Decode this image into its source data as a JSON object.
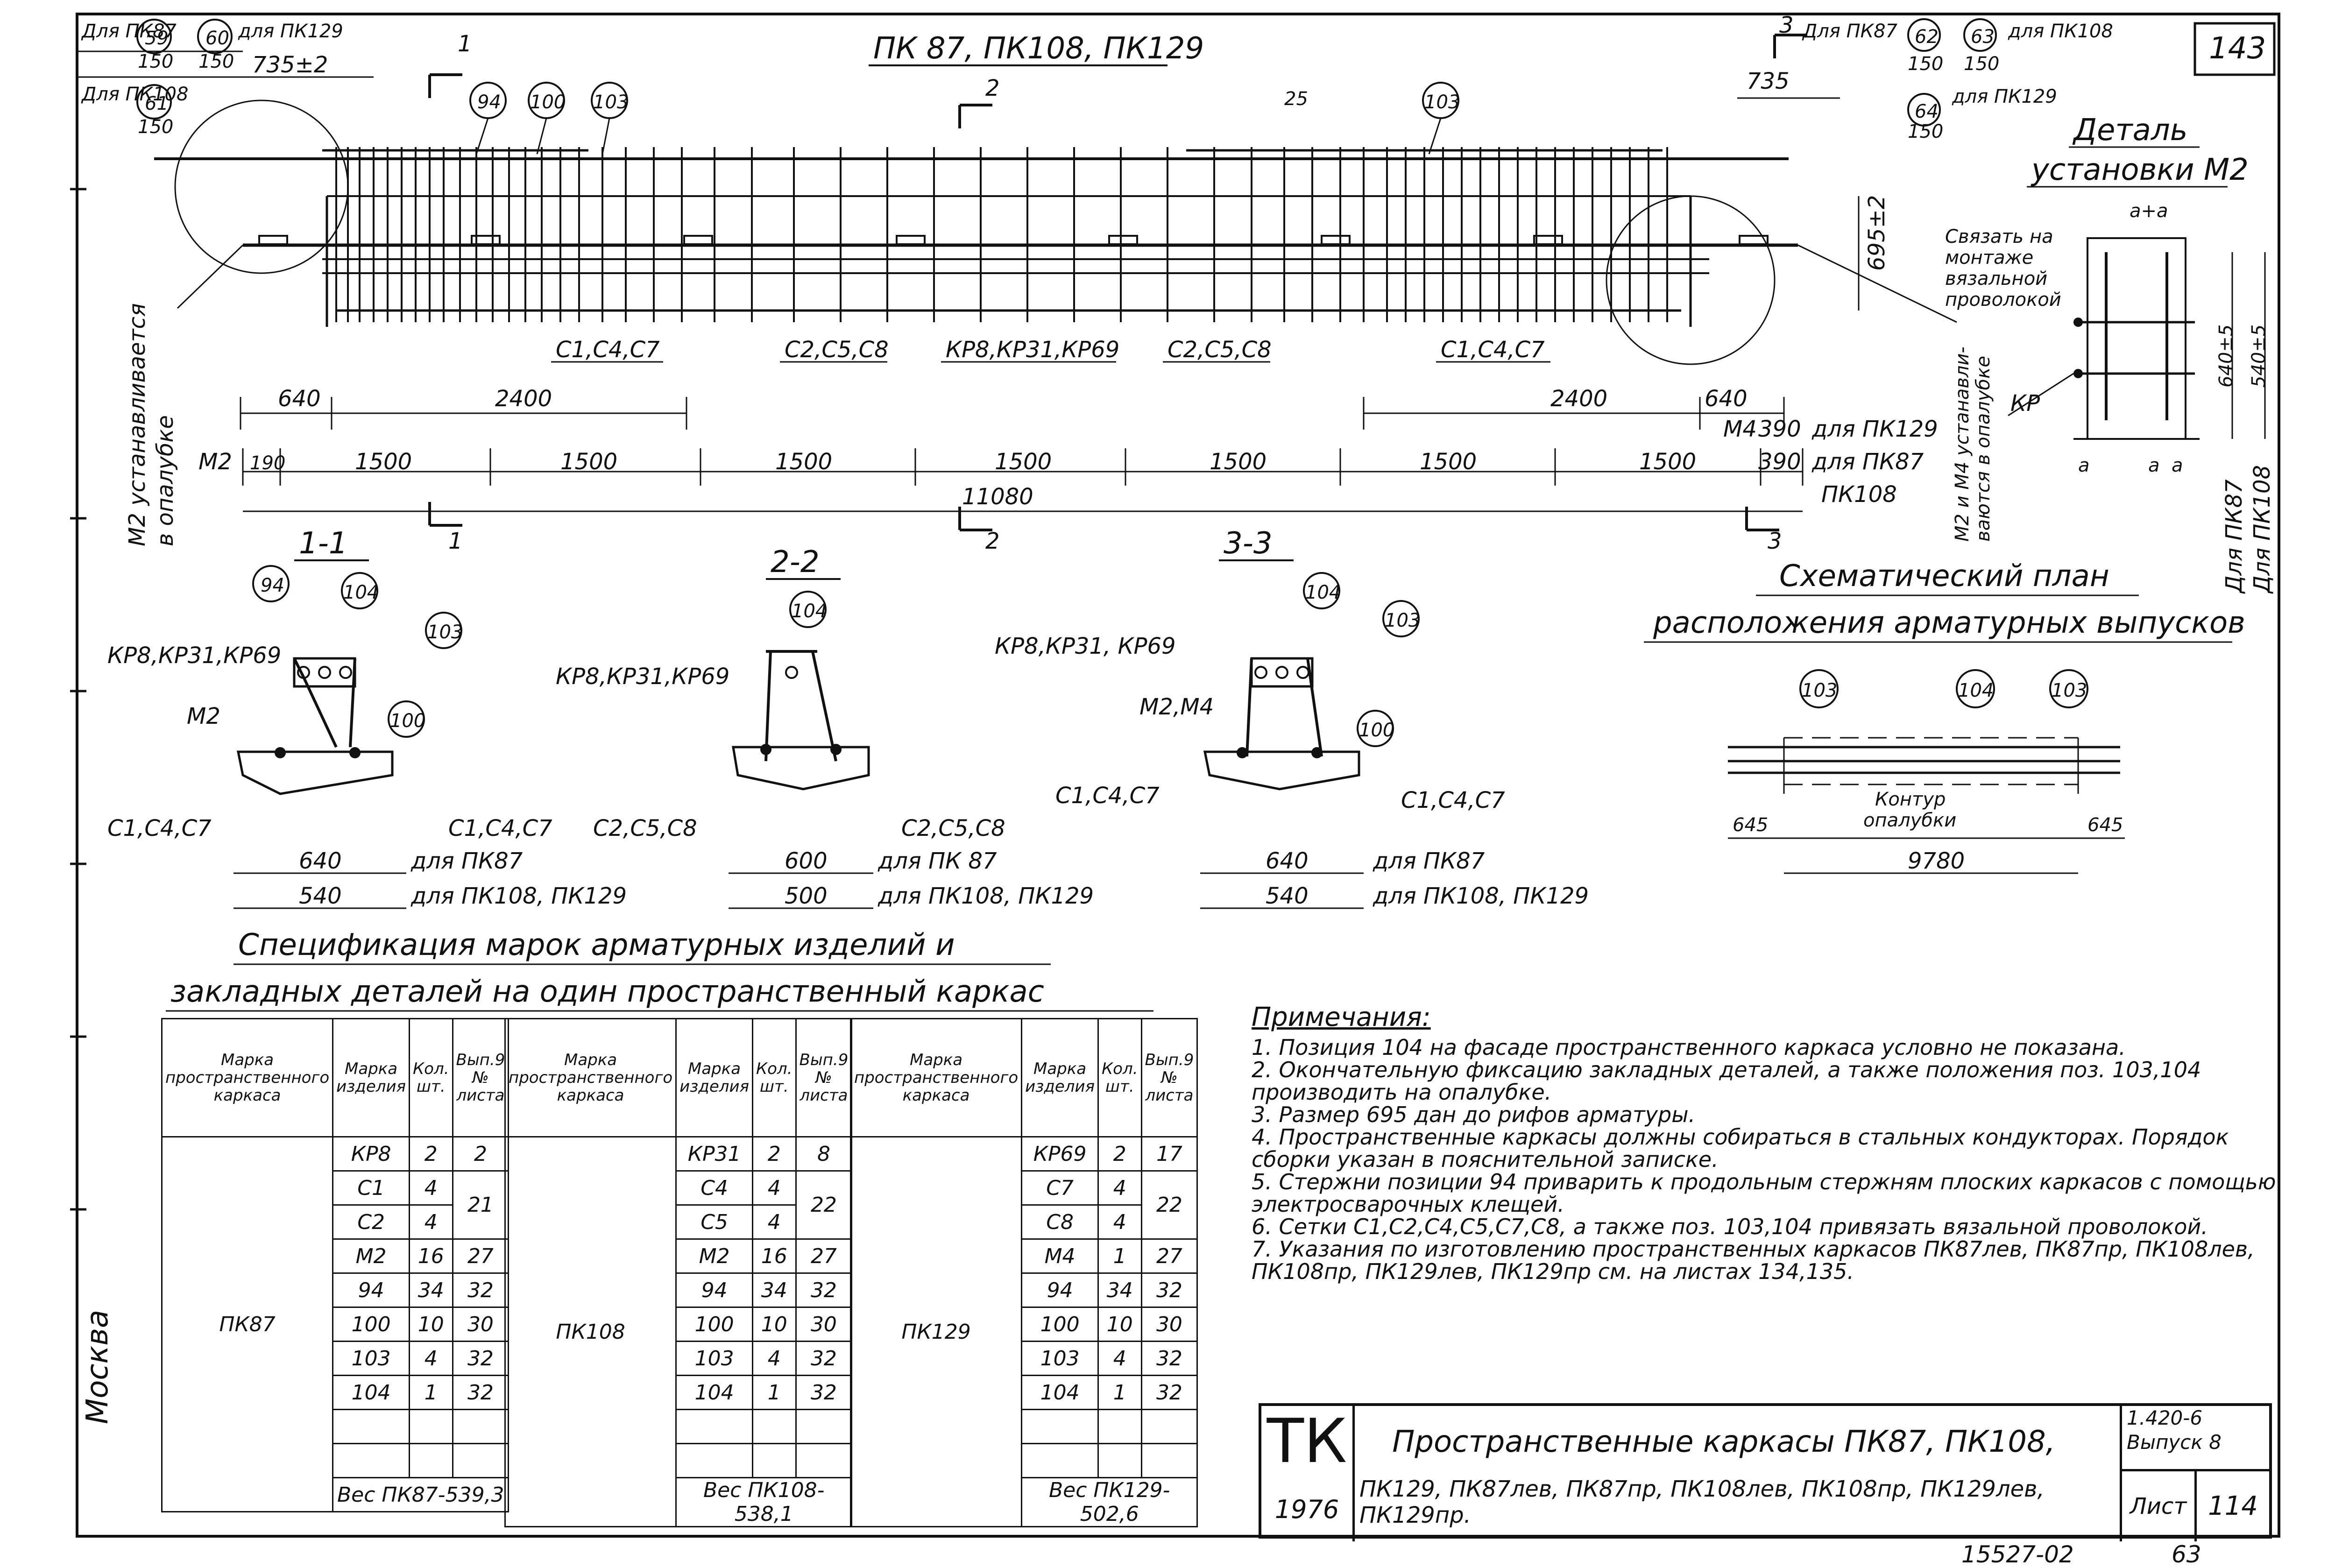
{
  "sheet": {
    "page_corner_number": "143",
    "bottom_code": "15527-02",
    "bottom_page": "63",
    "city": "Москва"
  },
  "elevation": {
    "title": "ПК 87, ПК108, ПК129",
    "top_left_table": {
      "row1_label": "Для ПК87",
      "row1_a": "59",
      "row1_b": "60",
      "row1_c": "для ПК129",
      "row1_a_len": "150",
      "row1_b_len": "150",
      "dim_top": "735±2",
      "row2_label": "Для ПК108",
      "row2_a": "61",
      "row2_a_len": "150"
    },
    "top_right_table": {
      "row1_label": "Для ПК87",
      "row1_a": "62",
      "row1_b": "63",
      "row1_c": "для ПК108",
      "row1_a_len": "150",
      "row1_b_len": "150",
      "row2_a": "64",
      "row2_a_len": "150",
      "row2_c": "для ПК129",
      "dim_top": "735"
    },
    "callouts": [
      "94",
      "100",
      "103",
      "103"
    ],
    "section_marks": [
      "1",
      "2",
      "3",
      "1",
      "2",
      "3"
    ],
    "dim_25": "25",
    "dim_695": "695±2",
    "frame_labels": [
      "С1,С4,С7",
      "С2,С5,С8",
      "КР8,КР31,КР69",
      "С2,С5,С8",
      "С1,С4,С7"
    ],
    "dim_640_left": "640",
    "dim_2400_left": "2400",
    "dim_2400_right": "2400",
    "dim_640_right": "640",
    "m2_label": "М2",
    "dim_190": "190",
    "dims_1500": [
      "1500",
      "1500",
      "1500",
      "1500",
      "1500",
      "1500",
      "1500"
    ],
    "m4_label": "М4",
    "dim_390_a": "390",
    "dim_390_a_for": "для ПК129",
    "dim_390_b": "390",
    "dim_390_b_for": "для ПК87",
    "dim_total": "11080",
    "dim_total_for": "ПК108",
    "left_vertical_note_1": "М2 устанавливается",
    "left_vertical_note_2": "в опалубке",
    "right_vertical_note_1": "М2 и М4 устанавли-",
    "right_vertical_note_2": "ваются в опалубке"
  },
  "detail_m2": {
    "title_1": "Деталь",
    "title_2": "установки М2",
    "note": [
      "Связать на",
      "монтаже",
      "вязальной",
      "проволокой"
    ],
    "kr": "КР",
    "dim_a_plus_a": "a+a",
    "dim_640": "640±5",
    "dim_540": "540±5",
    "dim_a": "a",
    "dim_a2": "a",
    "dim_a3": "a",
    "for_pk87": "Для ПК87",
    "for_pk108": "Для ПК108"
  },
  "sections": [
    {
      "title": "1-1",
      "callouts": [
        "94",
        "104",
        "103",
        "100"
      ],
      "labels": [
        "КР8,КР31,КР69",
        "М2",
        "С1,С4,С7",
        "С1,С4,С7"
      ],
      "dim_a": "640",
      "dim_a_for": "для ПК87",
      "dim_b": "540",
      "dim_b_for": "для ПК108, ПК129"
    },
    {
      "title": "2-2",
      "callouts": [
        "104"
      ],
      "labels": [
        "КР8,КР31,КР69",
        "С2,С5,С8",
        "С2,С5,С8"
      ],
      "dim_a": "600",
      "dim_a_for": "для ПК 87",
      "dim_b": "500",
      "dim_b_for": "для ПК108, ПК129"
    },
    {
      "title": "3-3",
      "callouts": [
        "104",
        "103",
        "100"
      ],
      "labels": [
        "КР8,КР31, КР69",
        "М2,М4",
        "С1,С4,С7",
        "С1,С4,С7"
      ],
      "dim_a": "640",
      "dim_a_for": "для ПК87",
      "dim_b": "540",
      "dim_b_for": "для ПК108, ПК129"
    }
  ],
  "schematic_plan": {
    "title_1": "Схематический план",
    "title_2": "расположения арматурных выпусков",
    "callouts": [
      "103",
      "104",
      "103"
    ],
    "contour": [
      "Контур",
      "опалубки"
    ],
    "dim_left": "645",
    "dim_right": "645",
    "dim_total": "9780"
  },
  "spec": {
    "title_1": "Спецификация марок арматурных изделий и",
    "title_2": "закладных деталей на один пространственный каркас",
    "headers": [
      "Марка пространственного каркаса",
      "Марка изделия",
      "Кол. шт.",
      "Вып.9 № листа"
    ],
    "blocks": [
      {
        "frame": "ПК87",
        "rows": [
          [
            "КР8",
            "2",
            "2"
          ],
          [
            "С1",
            "4",
            "21"
          ],
          [
            "С2",
            "4",
            ""
          ],
          [
            "М2",
            "16",
            "27"
          ],
          [
            "94",
            "34",
            "32"
          ],
          [
            "100",
            "10",
            "30"
          ],
          [
            "103",
            "4",
            "32"
          ],
          [
            "104",
            "1",
            "32"
          ]
        ],
        "weight": "Вес ПК87-539,3"
      },
      {
        "frame": "ПК108",
        "rows": [
          [
            "КР31",
            "2",
            "8"
          ],
          [
            "С4",
            "4",
            "22"
          ],
          [
            "С5",
            "4",
            ""
          ],
          [
            "М2",
            "16",
            "27"
          ],
          [
            "94",
            "34",
            "32"
          ],
          [
            "100",
            "10",
            "30"
          ],
          [
            "103",
            "4",
            "32"
          ],
          [
            "104",
            "1",
            "32"
          ]
        ],
        "weight": "Вес ПК108-538,1"
      },
      {
        "frame": "ПК129",
        "rows": [
          [
            "КР69",
            "2",
            "17"
          ],
          [
            "С7",
            "4",
            "22"
          ],
          [
            "С8",
            "4",
            ""
          ],
          [
            "М4",
            "1",
            "27"
          ],
          [
            "94",
            "34",
            "32"
          ],
          [
            "100",
            "10",
            "30"
          ],
          [
            "103",
            "4",
            "32"
          ],
          [
            "104",
            "1",
            "32"
          ]
        ],
        "weight": "Вес ПК129-502,6"
      }
    ]
  },
  "notes": {
    "title": "Примечания:",
    "items": [
      "1. Позиция 104 на фасаде пространственного каркаса условно не показана.",
      "2. Окончательную фиксацию закладных деталей, а также положения поз. 103,104 производить на опалубке.",
      "3. Размер 695 дан до рифов арматуры.",
      "4. Пространственные каркасы должны собираться в стальных кондукторах. Порядок сборки указан в пояснительной записке.",
      "5. Стержни позиции 94 приварить к продольным стержням плоских каркасов с помощью электросварочных клещей.",
      "6. Сетки С1,С2,С4,С5,С7,С8, а также поз. 103,104 привязать вязальной проволокой.",
      "7. Указания по изготовлению пространственных каркасов ПК87лев, ПК87пр, ПК108лев, ПК108пр, ПК129лев, ПК129пр см. на листах 134,135."
    ]
  },
  "stamp": {
    "tk": "ТК",
    "year": "1976",
    "title_1": "Пространственные каркасы ПК87, ПК108,",
    "title_2": "ПК129, ПК87лев, ПК87пр, ПК108лев, ПК108пр, ПК129лев, ПК129пр.",
    "series": "1.420-6",
    "issue": "Выпуск 8",
    "sheet_label": "Лист",
    "sheet_no": "114"
  }
}
